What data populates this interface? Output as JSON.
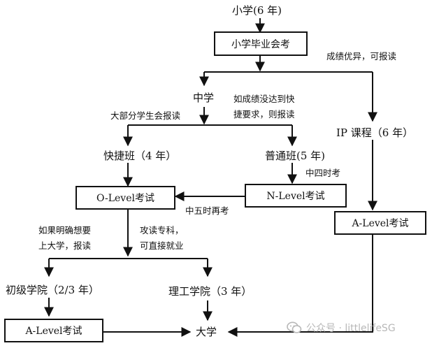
{
  "nodes": {
    "primary": "小学(6 年)",
    "psle_exam": "小学毕业会考",
    "secondary": "中学",
    "express": "快捷班（4 年）",
    "normal": "普通班(5 年)",
    "ip_program": "IP 课程（6 年）",
    "o_level": "O-Level考试",
    "n_level": "N-Level考试",
    "a_level_ip": "A-Level考试",
    "junior_college": "初级学院（2/3 年）",
    "polytechnic": "理工学院（3 年）",
    "a_level_jc": "A-Level考试",
    "university": "大学"
  },
  "annotations": {
    "excellent_results": "成绩优异，可报读",
    "most_students": "大部分学生会报读",
    "if_not_express": [
      "如成绩没达到快",
      "捷要求，则报读"
    ],
    "sec4_time": "中四时考",
    "sec5_retake": "中五时再考",
    "if_university": [
      "如果明确想要",
      "上大学，报读"
    ],
    "specialized": [
      "攻读专科，",
      "可直接就业"
    ]
  },
  "watermark": {
    "text": "公众号 · littlelifeSG",
    "icon": "wechat-icon"
  },
  "colors": {
    "line": "#111111",
    "watermark": "#b8b8b8"
  }
}
